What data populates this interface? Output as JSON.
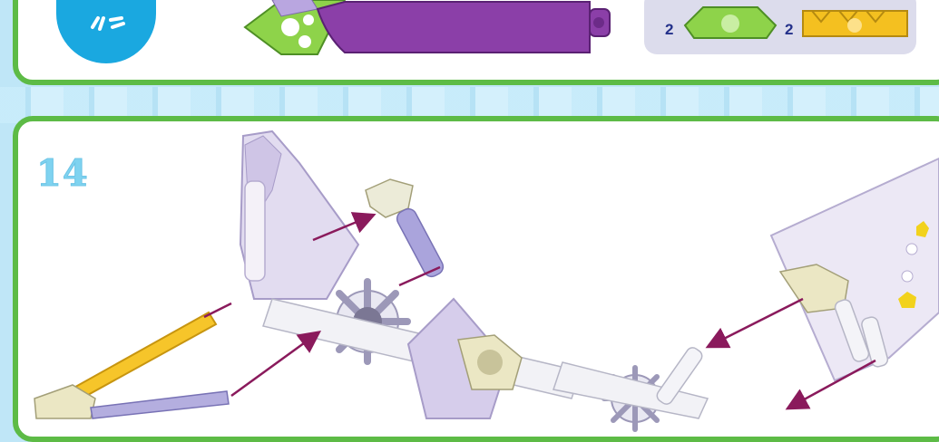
{
  "top_panel": {
    "parts_list": [
      {
        "count": "2",
        "part": "green-connector"
      },
      {
        "count": "2",
        "part": "yellow-connector"
      }
    ]
  },
  "step": {
    "number": "14"
  },
  "colors": {
    "panel_border": "#5dbb46",
    "background": "#bfe6f7",
    "step_number": "#7fd3f0",
    "arrow": "#8a1a5c",
    "purple_rod": "#8b3fa8",
    "green_part": "#8ed34a",
    "yellow_part": "#f4c020",
    "lavender_part": "#cfc5e6"
  }
}
